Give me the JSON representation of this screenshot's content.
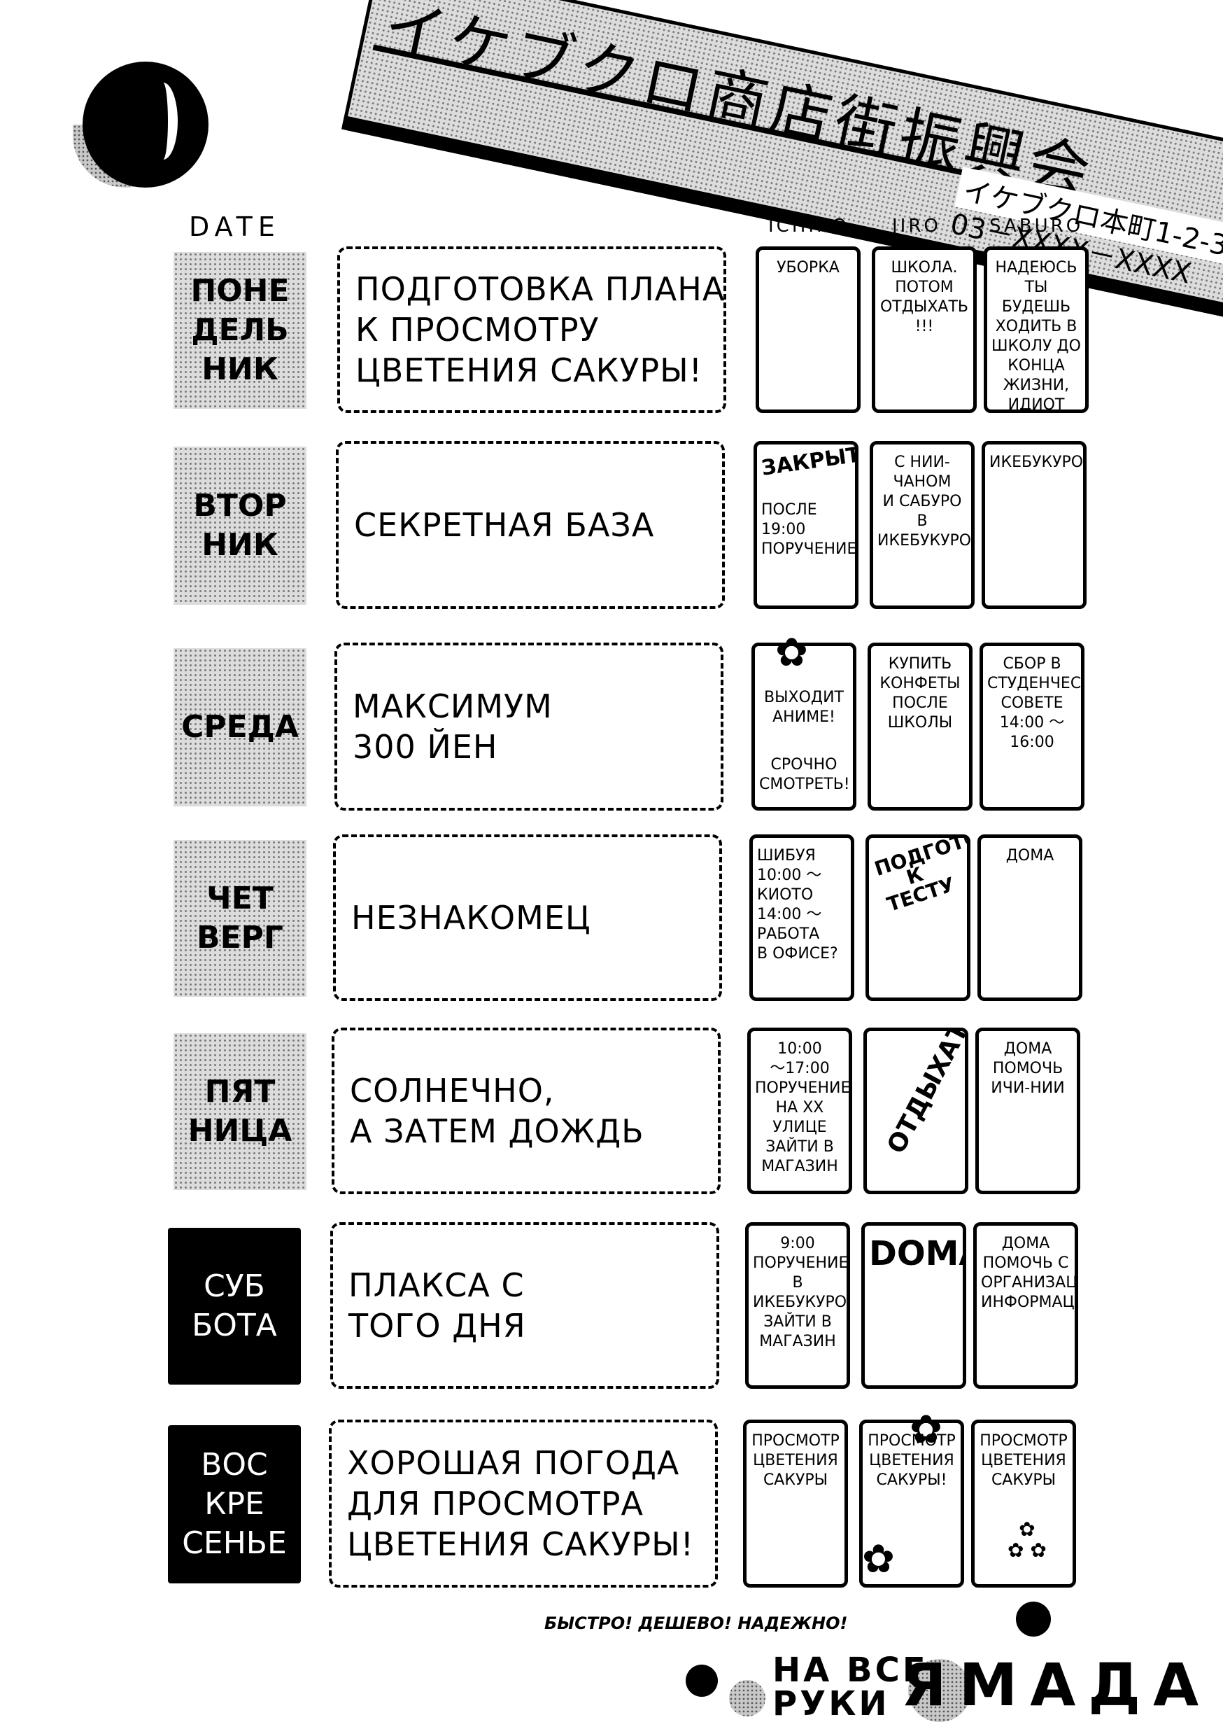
{
  "header": {
    "title": "イケブクロ商店街振興会",
    "address": "イケブクロ本町1-2-3",
    "phone": "03－XXXX－XXXX"
  },
  "columns": {
    "date": "DATE",
    "ichiro": "ICHIRO",
    "jiro": "JIRO",
    "saburo": "SABURO"
  },
  "rows": [
    {
      "day": [
        "ПОНЕ",
        "ДЕЛЬ",
        "НИК"
      ],
      "plan": [
        "ПОДГОТОВКА ПЛАНА",
        "К ПРОСМОТРУ",
        "ЦВЕТЕНИЯ САКУРЫ!"
      ],
      "ichiro": [
        "УБОРКА"
      ],
      "jiro": [
        "ШКОЛА.",
        "ПОТОМ",
        "ОТДЫХАТЬ",
        "!!!"
      ],
      "saburo": [
        "НАДЕЮСЬ",
        "ТЫ БУДЕШЬ",
        "ХОДИТЬ В",
        "ШКОЛУ ДО",
        "КОНЦА ЖИЗНИ,",
        "ИДИОТ"
      ]
    },
    {
      "day": [
        "ВТОР",
        "НИК"
      ],
      "plan": [
        "СЕКРЕТНАЯ БАЗА"
      ],
      "ichiro": [
        "ЗАКРЫТО",
        "ПОСЛЕ",
        "19:00",
        "ПОРУЧЕНИЕ"
      ],
      "jiro": [
        "С НИИ-ЧАНОМ",
        "И САБУРО",
        "В ИКЕБУКУРО"
      ],
      "saburo": [
        "ИКЕБУКУРО"
      ]
    },
    {
      "day": [
        "СРЕДА"
      ],
      "plan": [
        "МАКСИМУМ",
        "300 ЙЕН"
      ],
      "ichiro": [
        "ВЫХОДИТ",
        "АНИМЕ!",
        "СРОЧНО",
        "СМОТРЕТЬ!"
      ],
      "jiro": [
        "КУПИТЬ",
        "КОНФЕТЫ",
        "ПОСЛЕ",
        "ШКОЛЫ"
      ],
      "saburo": [
        "СБОР В",
        "СТУДЕНЧЕСКОМ",
        "СОВЕТЕ",
        "14:00 ～ 16:00"
      ]
    },
    {
      "day": [
        "ЧЕТ",
        "ВЕРГ"
      ],
      "plan": [
        "НЕЗНАКОМЕЦ"
      ],
      "ichiro": [
        "ШИБУЯ",
        "10:00 ～",
        "КИОТО",
        "14:00 ～",
        "РАБОТА",
        "В ОФИСЕ?"
      ],
      "jiro": [
        "ПОДГОТОВКА",
        "К ТЕСТУ"
      ],
      "saburo": [
        "ДОМА"
      ]
    },
    {
      "day": [
        "ПЯТ",
        "НИЦА"
      ],
      "plan": [
        "СОЛНЕЧНО,",
        "А ЗАТЕМ ДОЖДЬ"
      ],
      "ichiro": [
        "10:00",
        "～17:00",
        "ПОРУЧЕНИЕ",
        "НА XX",
        "УЛИЦЕ",
        "ЗАЙТИ В",
        "МАГАЗИН"
      ],
      "jiro": [
        "ОТДЫХАТЬ!!!"
      ],
      "saburo": [
        "ДОМА",
        "ПОМОЧЬ",
        "ИЧИ-НИИ"
      ]
    },
    {
      "day": [
        "СУБ",
        "БОТА"
      ],
      "plan": [
        "ПЛАКСА С",
        "ТОГО ДНЯ"
      ],
      "ichiro": [
        "9:00",
        "ПОРУЧЕНИЕ",
        "В ИКЕБУКУРО",
        "ЗАЙТИ В",
        "МАГАЗИН"
      ],
      "jiro": [
        "DOMA"
      ],
      "saburo": [
        "ДОМА",
        "ПОМОЧЬ С",
        "ОРГАНИЗАЦИЕЙ",
        "ИНФОРМАЦИИ"
      ]
    },
    {
      "day": [
        "ВОС",
        "КРЕ",
        "СЕНЬЕ"
      ],
      "plan": [
        "ХОРОШАЯ ПОГОДА",
        "ДЛЯ ПРОСМОТРА",
        "ЦВЕТЕНИЯ САКУРЫ!"
      ],
      "ichiro": [
        "ПРОСМОТР",
        "ЦВЕТЕНИЯ",
        "САКУРЫ"
      ],
      "jiro": [
        "ПРОСМОТР",
        "ЦВЕТЕНИЯ",
        "САКУРЫ!"
      ],
      "saburo": [
        "ПРОСМОТР",
        "ЦВЕТЕНИЯ",
        "САКУРЫ"
      ]
    }
  ],
  "footer": {
    "slogan": "БЫСТРО! ДЕШЕВО! НАДЕЖНО!",
    "brand_line1": "НА ВСЕ",
    "brand_line2": "РУКИ",
    "brand_name": "ЯМАДА"
  },
  "icons": [
    "ball-decoration-icon",
    "flower-icon",
    "star-icon"
  ]
}
